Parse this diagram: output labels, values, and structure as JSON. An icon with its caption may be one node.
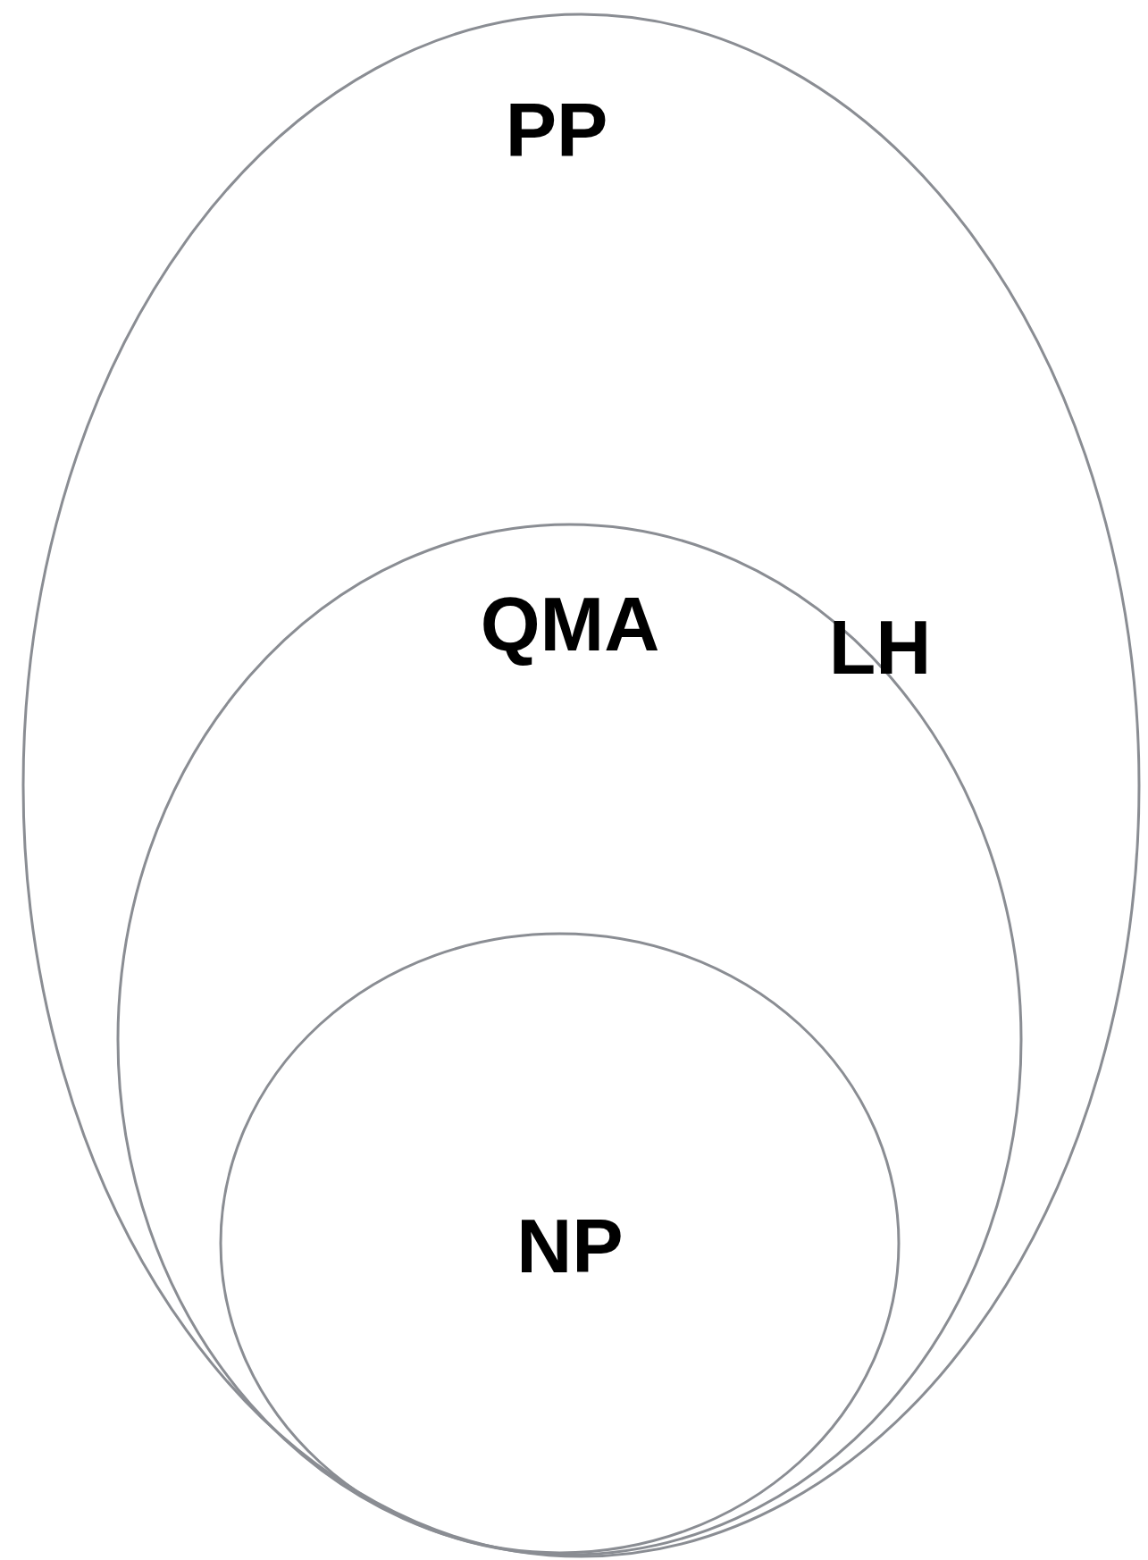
{
  "diagram": {
    "nodes": [
      {
        "text": [
          "PP"
        ]
      },
      {
        "text": [
          "QMA"
        ],
        "in": 0
      },
      {
        "text": [
          "NP"
        ],
        "in": 1
      }
    ],
    "edges": [],
    "labels": [
      "LH"
    ]
  }
}
